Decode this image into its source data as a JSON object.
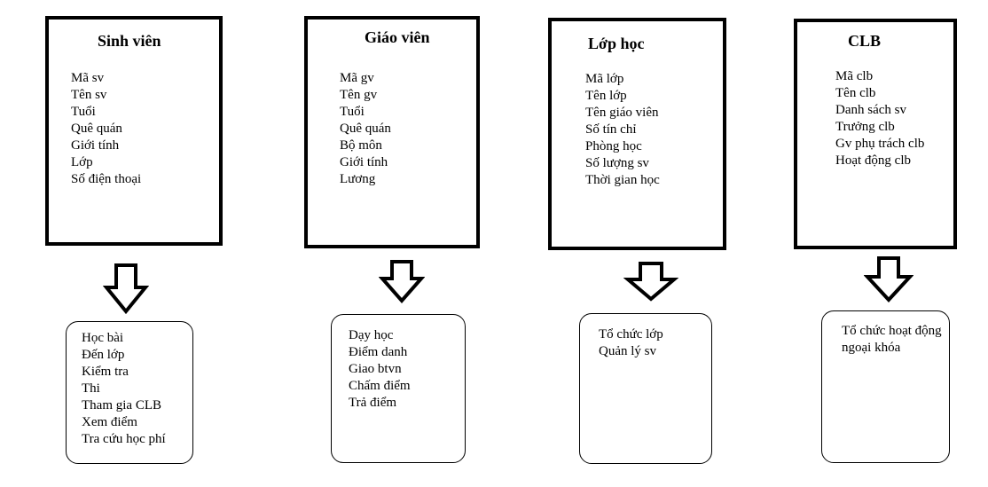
{
  "entities": [
    {
      "title": "Sinh viên",
      "attributes": [
        "Mã sv",
        "Tên sv",
        "Tuổi",
        "Quê quán",
        "Giới tính",
        "Lớp",
        "Số điện thoại"
      ]
    },
    {
      "title": "Giáo viên",
      "attributes": [
        "Mã gv",
        "Tên gv",
        "Tuổi",
        "Quê quán",
        "Bộ môn",
        "Giới tính",
        "Lương"
      ]
    },
    {
      "title": "Lớp học",
      "attributes": [
        "Mã lớp",
        "Tên lớp",
        "Tên giáo viên",
        "Số tín chỉ",
        "Phòng học",
        "Số lượng sv",
        "Thời gian học"
      ]
    },
    {
      "title": "CLB",
      "attributes": [
        "Mã clb",
        "Tên clb",
        "Danh sách sv",
        "Trưởng clb",
        "Gv phụ trách clb",
        "Hoạt động clb"
      ]
    }
  ],
  "actions": [
    {
      "items": [
        "Học bài",
        "Đến lớp",
        "Kiểm tra",
        "Thi",
        "Tham gia CLB",
        "Xem điểm",
        "Tra cứu học phí"
      ]
    },
    {
      "items": [
        "Dạy học",
        "Điểm danh",
        "Giao btvn",
        "Chấm điểm",
        "Trả điểm"
      ]
    },
    {
      "items": [
        "Tổ chức lớp",
        "Quản lý sv"
      ]
    },
    {
      "items": [
        "Tổ chức hoạt động",
        "ngoại khóa"
      ]
    }
  ]
}
